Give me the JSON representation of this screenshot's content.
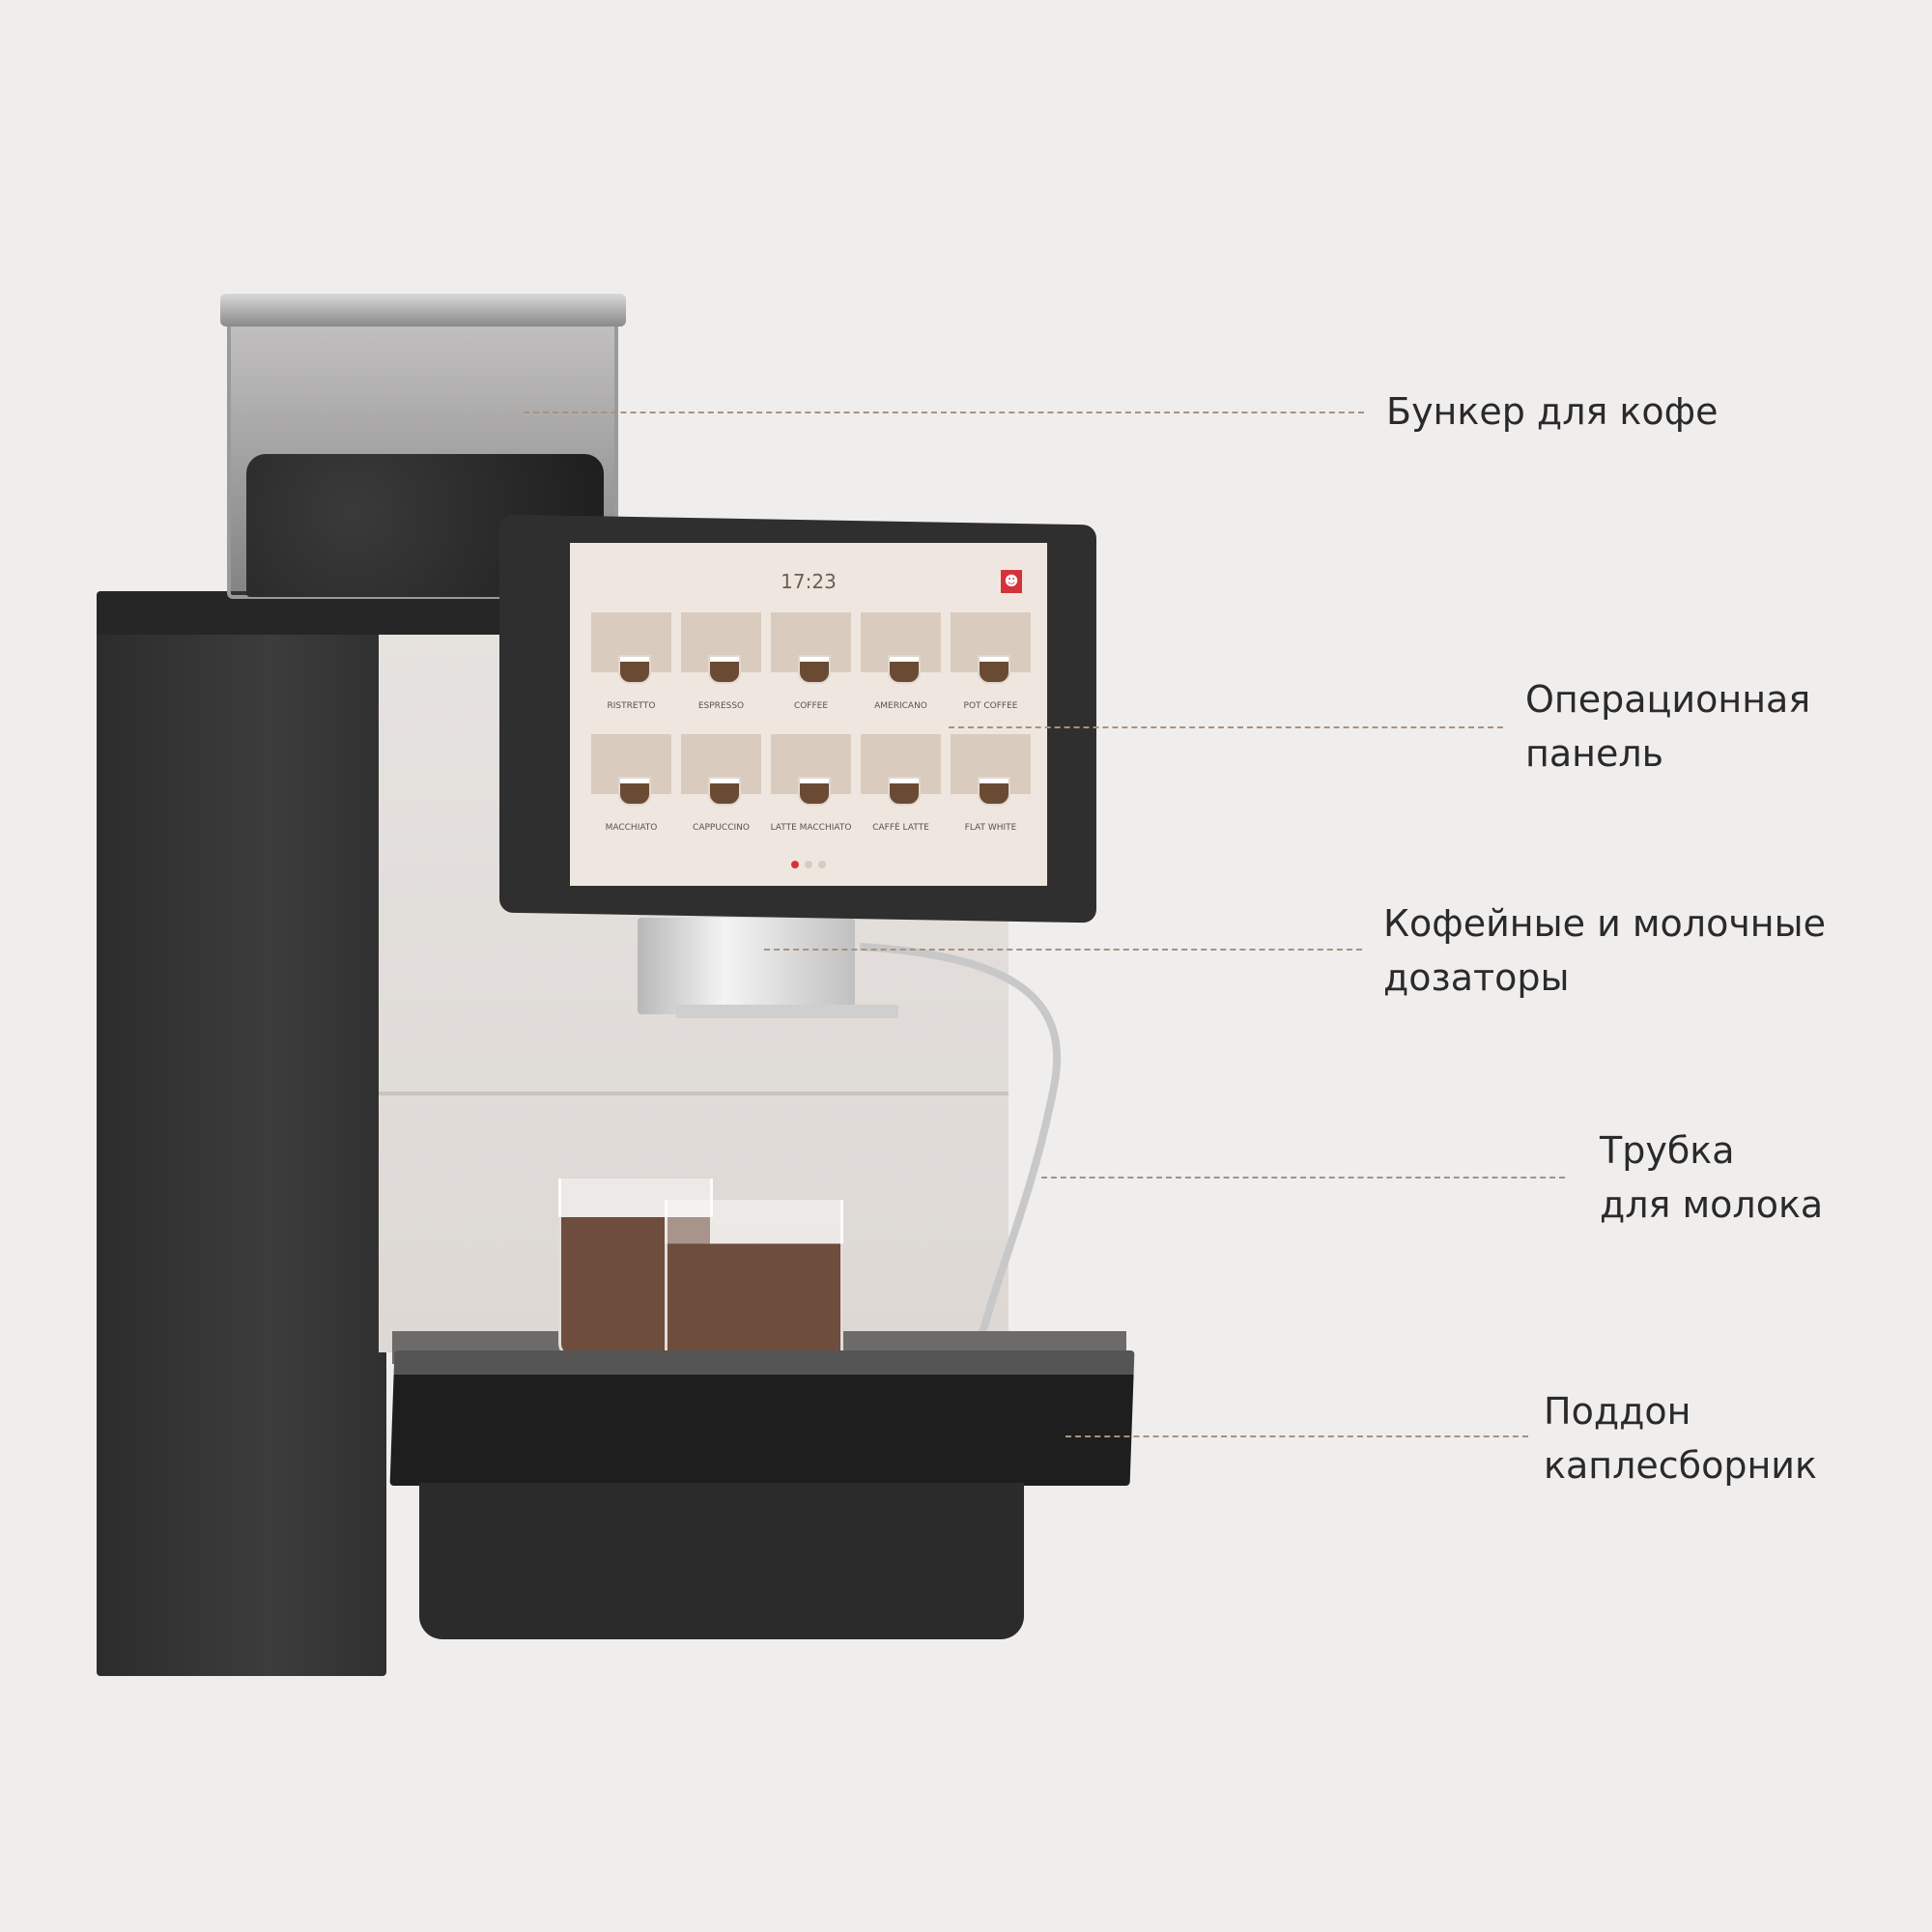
{
  "screen": {
    "time": "17:23",
    "user_icon": "user-icon",
    "drinks": [
      "RISTRETTO",
      "ESPRESSO",
      "COFFEE",
      "AMERICANO",
      "POT COFFEE",
      "MACCHIATO",
      "CAPPUCCINO",
      "LATTE MACCHIATO",
      "CAFFÈ LATTE",
      "FLAT WHITE"
    ],
    "pages": 3,
    "active_page": 1,
    "accent_color": "#d6323d"
  },
  "callouts": [
    {
      "line1": "Бункер для кофе"
    },
    {
      "line1": "Операционная",
      "line2": "панель"
    },
    {
      "line1": "Кофейные и молочные",
      "line2": "дозаторы"
    },
    {
      "line1": "Трубка",
      "line2": "для молока"
    },
    {
      "line1": "Поддон",
      "line2": "каплесборник"
    }
  ]
}
